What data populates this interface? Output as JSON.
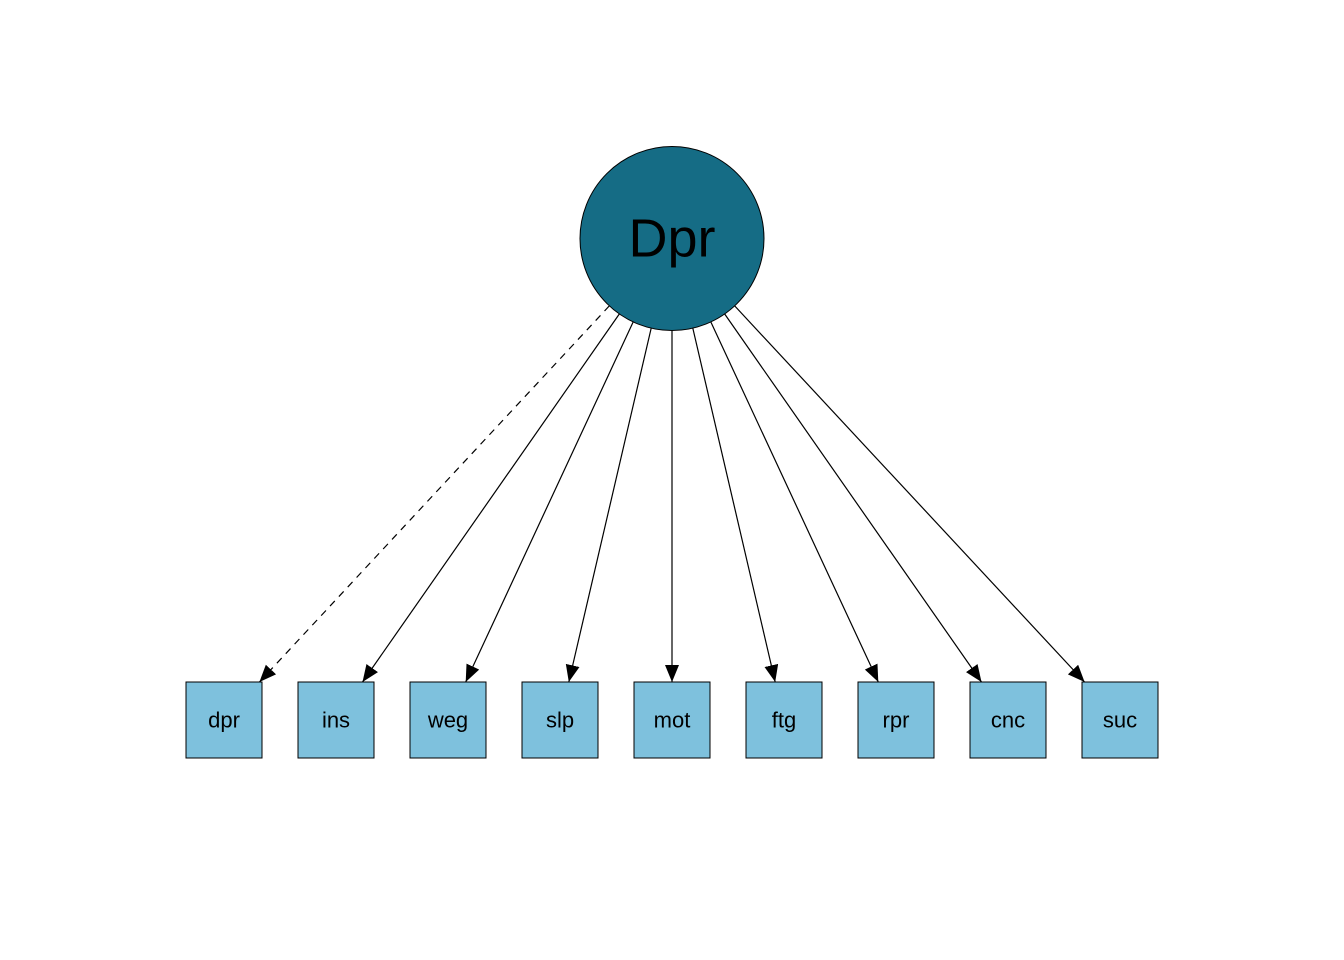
{
  "diagram": {
    "type": "sem-path-diagram",
    "latent": {
      "id": "Dpr",
      "label": "Dpr",
      "shape": "circle",
      "fill": "#156C85"
    },
    "indicators": [
      {
        "id": "dpr",
        "label": "dpr"
      },
      {
        "id": "ins",
        "label": "ins"
      },
      {
        "id": "weg",
        "label": "weg"
      },
      {
        "id": "slp",
        "label": "slp"
      },
      {
        "id": "mot",
        "label": "mot"
      },
      {
        "id": "ftg",
        "label": "ftg"
      },
      {
        "id": "rpr",
        "label": "rpr"
      },
      {
        "id": "cnc",
        "label": "cnc"
      },
      {
        "id": "suc",
        "label": "suc"
      }
    ],
    "indicator_fill": "#7EC1DD",
    "stroke_color": "#000000",
    "edges": [
      {
        "from": "Dpr",
        "to": "dpr",
        "style": "dashed",
        "arrow": "filled-triangle"
      },
      {
        "from": "Dpr",
        "to": "ins",
        "style": "solid",
        "arrow": "filled-triangle"
      },
      {
        "from": "Dpr",
        "to": "weg",
        "style": "solid",
        "arrow": "filled-triangle"
      },
      {
        "from": "Dpr",
        "to": "slp",
        "style": "solid",
        "arrow": "filled-triangle"
      },
      {
        "from": "Dpr",
        "to": "mot",
        "style": "solid",
        "arrow": "filled-triangle"
      },
      {
        "from": "Dpr",
        "to": "ftg",
        "style": "solid",
        "arrow": "filled-triangle"
      },
      {
        "from": "Dpr",
        "to": "rpr",
        "style": "solid",
        "arrow": "filled-triangle"
      },
      {
        "from": "Dpr",
        "to": "cnc",
        "style": "solid",
        "arrow": "filled-triangle"
      },
      {
        "from": "Dpr",
        "to": "suc",
        "style": "solid",
        "arrow": "filled-triangle"
      }
    ]
  }
}
